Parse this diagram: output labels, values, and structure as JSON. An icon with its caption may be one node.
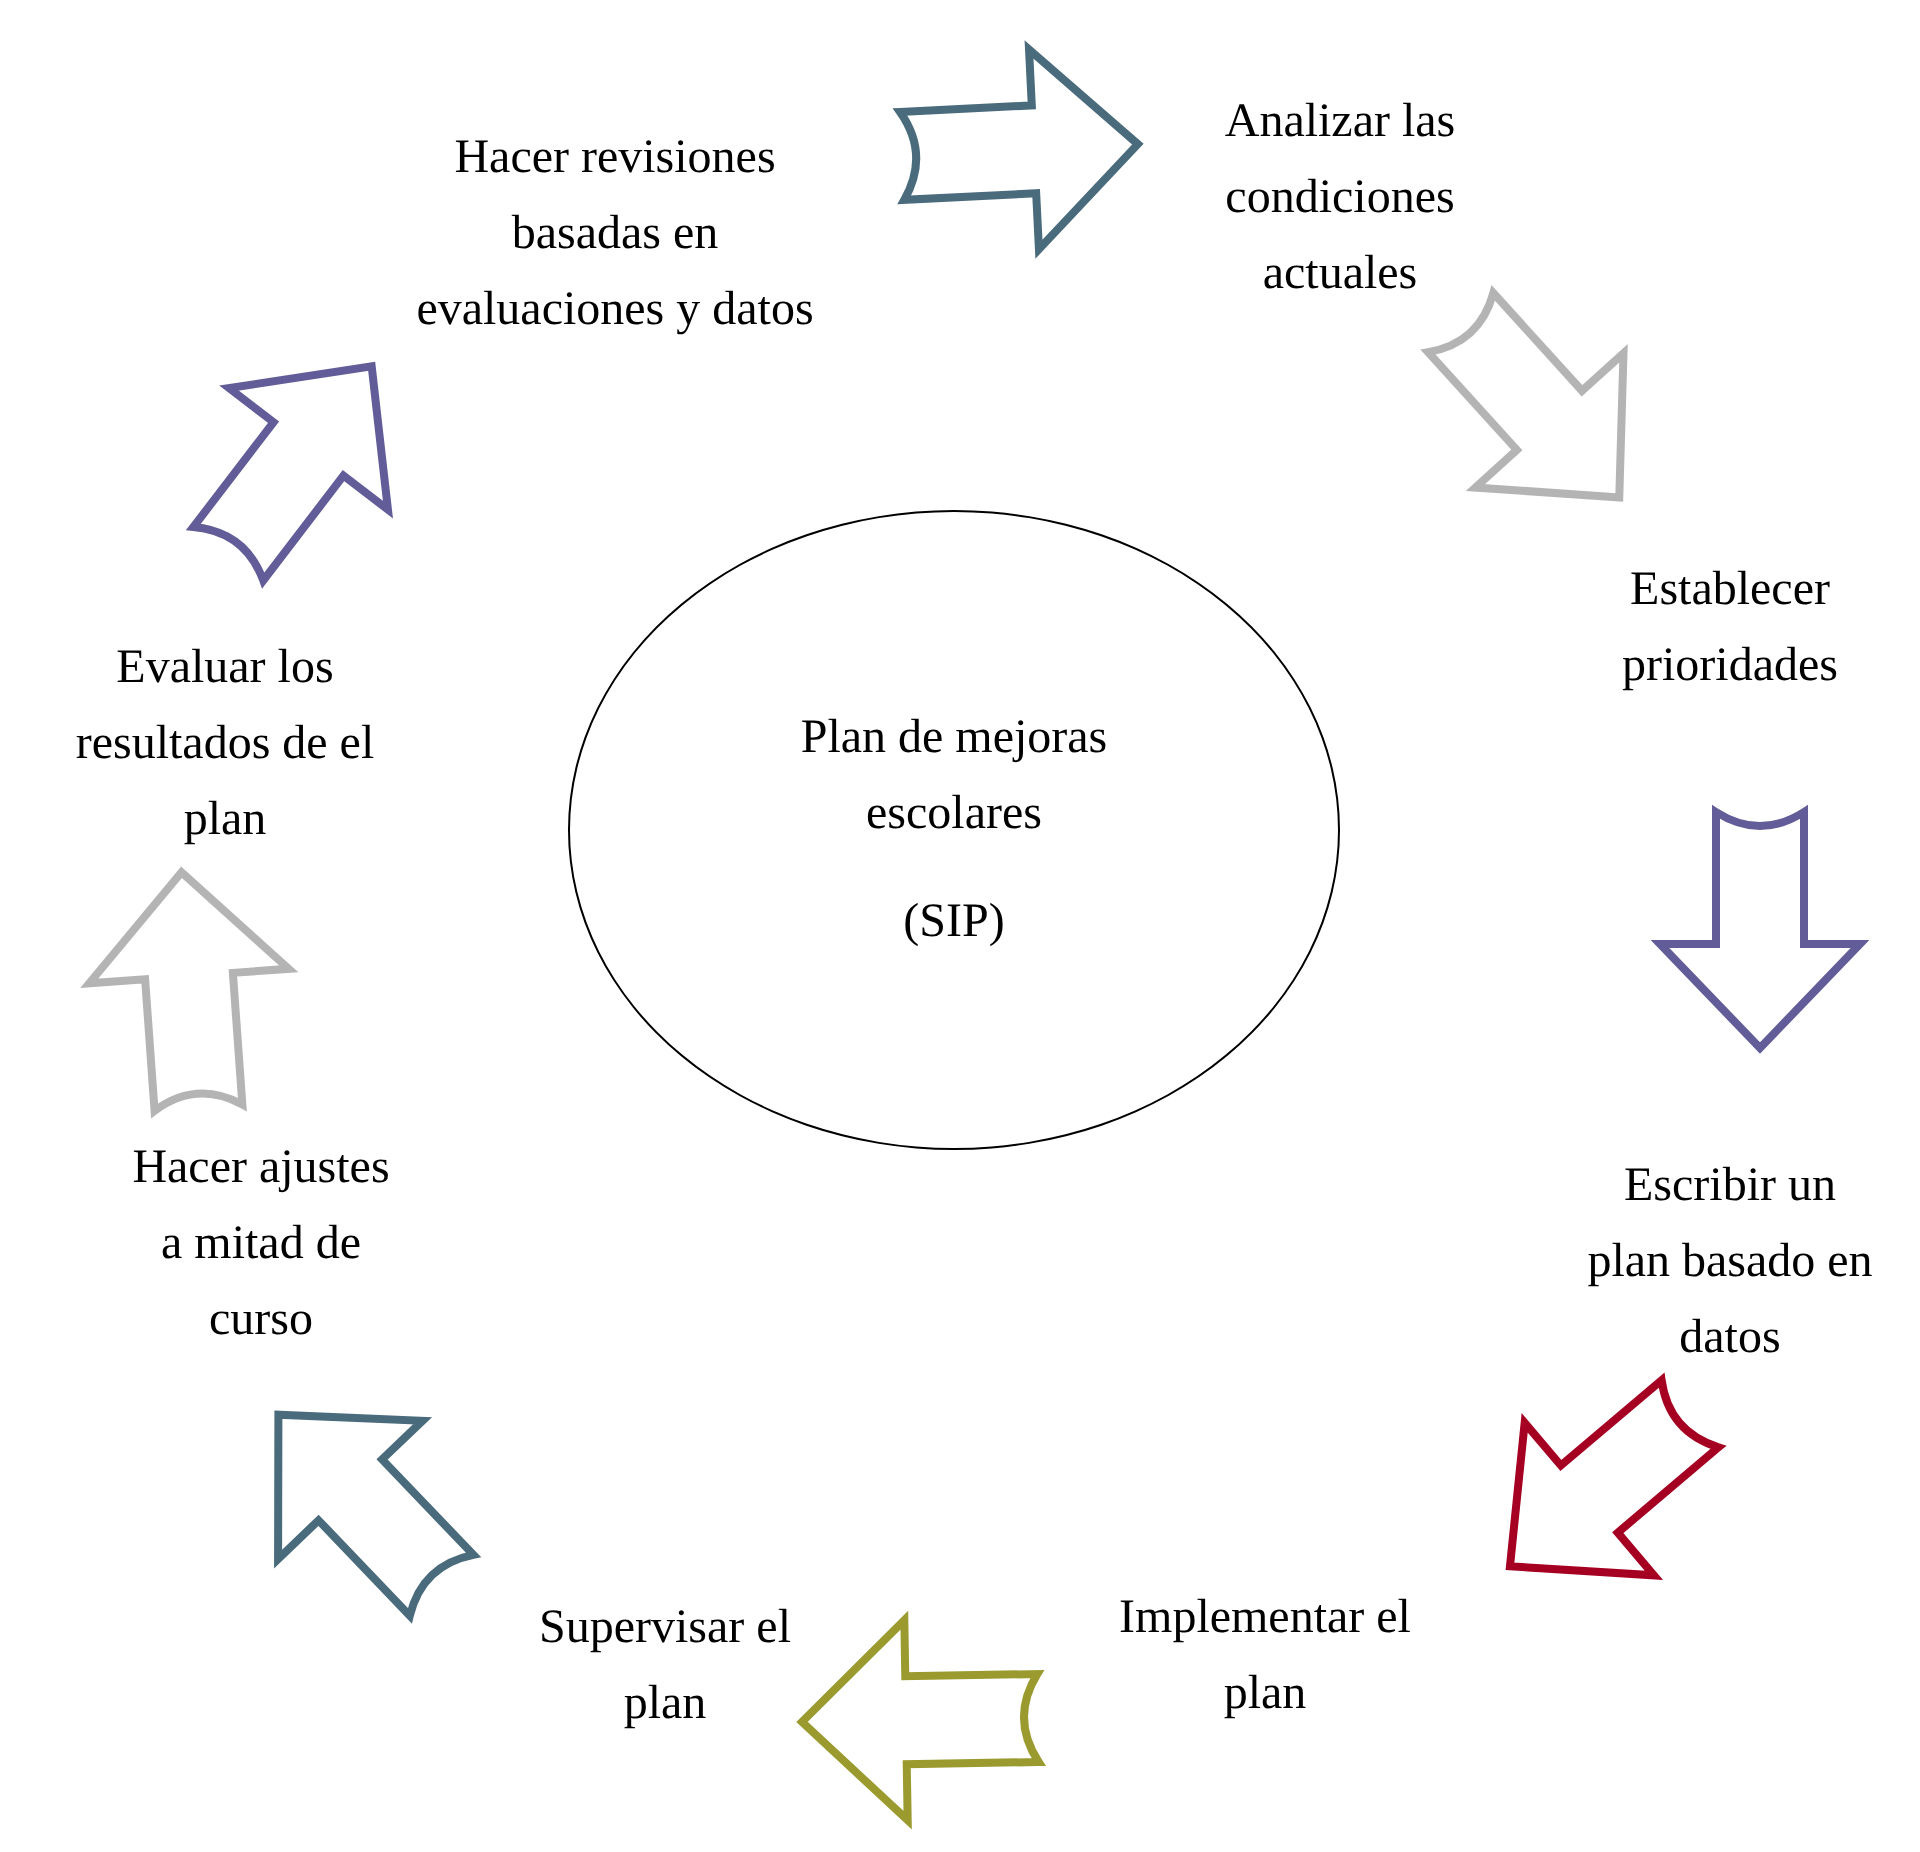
{
  "diagram": {
    "nodes": [
      {
        "text": [
          "Plan de mejoras escolares",
          "(SIP)"
        ]
      },
      {
        "text": [
          "Analizar las condiciones actuales"
        ]
      },
      {
        "text": [
          "Establecer prioridades"
        ]
      },
      {
        "text": [
          "Escribir un plan basado en datos"
        ]
      },
      {
        "text": [
          "Implementar el plan"
        ]
      },
      {
        "text": [
          "Supervisar el plan"
        ]
      },
      {
        "text": [
          "Hacer ajustes a mitad de curso"
        ]
      },
      {
        "text": [
          "Evaluar los resultados de el plan"
        ]
      },
      {
        "text": [
          "Hacer revisiones basadas en evaluaciones y datos"
        ]
      }
    ],
    "edges": [
      {
        "from": 8,
        "to": 1,
        "arrow": "to",
        "style": "thick",
        "color": "#4a6b7c"
      },
      {
        "from": 1,
        "to": 2,
        "arrow": "to",
        "style": "thick",
        "color": "#b4b4b4"
      },
      {
        "from": 2,
        "to": 3,
        "arrow": "to",
        "style": "thick",
        "color": "#625c98"
      },
      {
        "from": 3,
        "to": 4,
        "arrow": "to",
        "style": "thick",
        "color": "#a50021"
      },
      {
        "from": 4,
        "to": 5,
        "arrow": "to",
        "style": "thick",
        "color": "#9a9a2e"
      },
      {
        "from": 5,
        "to": 6,
        "arrow": "to",
        "style": "thick",
        "color": "#4a6b7c"
      },
      {
        "from": 6,
        "to": 7,
        "arrow": "to",
        "style": "thick",
        "color": "#b4b4b4"
      },
      {
        "from": 7,
        "to": 8,
        "arrow": "to",
        "style": "thick",
        "color": "#625c98"
      }
    ]
  }
}
